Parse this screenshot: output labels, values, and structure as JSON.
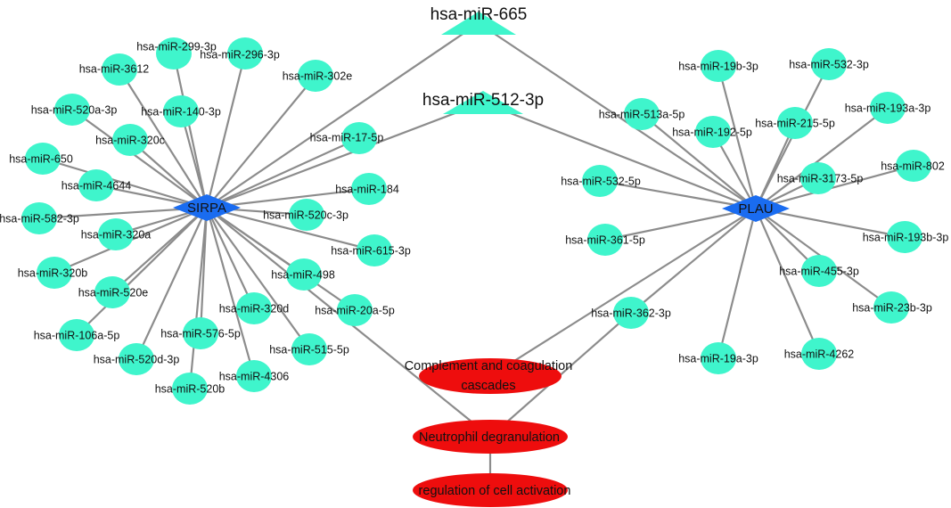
{
  "colors": {
    "mirna_node": "#3ff5cc",
    "gene_node": "#1a6cf0",
    "pathway_node": "#ee0d0d",
    "edge": "#8c8c8c"
  },
  "hubs": [
    {
      "id": "SIRPA",
      "label": "SIRPA"
    },
    {
      "id": "PLAU",
      "label": "PLAU"
    }
  ],
  "shared_mirnas": [
    {
      "id": "m665",
      "label": "hsa-miR-665"
    },
    {
      "id": "m512",
      "label": "hsa-miR-512-3p"
    }
  ],
  "pathways": [
    {
      "id": "p1",
      "label_lines": [
        "Complement and coagulation",
        "cascades"
      ]
    },
    {
      "id": "p2",
      "label_lines": [
        "Neutrophil degranulation"
      ]
    },
    {
      "id": "p3",
      "label_lines": [
        "regulation of cell activation"
      ]
    }
  ],
  "sirpa_mirnas": [
    {
      "id": "s1",
      "label": "hsa-miR-299-3p"
    },
    {
      "id": "s2",
      "label": "hsa-miR-296-3p"
    },
    {
      "id": "s3",
      "label": "hsa-miR-3612"
    },
    {
      "id": "s4",
      "label": "hsa-miR-302e"
    },
    {
      "id": "s5",
      "label": "hsa-miR-520a-3p"
    },
    {
      "id": "s6",
      "label": "hsa-miR-140-3p"
    },
    {
      "id": "s7",
      "label": "hsa-miR-320c"
    },
    {
      "id": "s8",
      "label": "hsa-miR-17-5p"
    },
    {
      "id": "s9",
      "label": "hsa-miR-650"
    },
    {
      "id": "s10",
      "label": "hsa-miR-4644"
    },
    {
      "id": "s11",
      "label": "hsa-miR-184"
    },
    {
      "id": "s12",
      "label": "hsa-miR-582-3p"
    },
    {
      "id": "s13",
      "label": "hsa-miR-520c-3p"
    },
    {
      "id": "s14",
      "label": "hsa-miR-320a"
    },
    {
      "id": "s15",
      "label": "hsa-miR-615-3p"
    },
    {
      "id": "s16",
      "label": "hsa-miR-320b"
    },
    {
      "id": "s17",
      "label": "hsa-miR-498"
    },
    {
      "id": "s18",
      "label": "hsa-miR-520e"
    },
    {
      "id": "s19",
      "label": "hsa-miR-320d"
    },
    {
      "id": "s20",
      "label": "hsa-miR-20a-5p"
    },
    {
      "id": "s21",
      "label": "hsa-miR-106a-5p"
    },
    {
      "id": "s22",
      "label": "hsa-miR-576-5p"
    },
    {
      "id": "s23",
      "label": "hsa-miR-515-5p"
    },
    {
      "id": "s24",
      "label": "hsa-miR-520d-3p"
    },
    {
      "id": "s25",
      "label": "hsa-miR-4306"
    },
    {
      "id": "s26",
      "label": "hsa-miR-520b"
    }
  ],
  "plau_mirnas": [
    {
      "id": "q1",
      "label": "hsa-miR-19b-3p"
    },
    {
      "id": "q2",
      "label": "hsa-miR-532-3p"
    },
    {
      "id": "q3",
      "label": "hsa-miR-513a-5p"
    },
    {
      "id": "q4",
      "label": "hsa-miR-193a-3p"
    },
    {
      "id": "q5",
      "label": "hsa-miR-192-5p"
    },
    {
      "id": "q6",
      "label": "hsa-miR-215-5p"
    },
    {
      "id": "q7",
      "label": "hsa-miR-802"
    },
    {
      "id": "q8",
      "label": "hsa-miR-532-5p"
    },
    {
      "id": "q9",
      "label": "hsa-miR-3173-5p"
    },
    {
      "id": "q10",
      "label": "hsa-miR-361-5p"
    },
    {
      "id": "q11",
      "label": "hsa-miR-193b-3p"
    },
    {
      "id": "q12",
      "label": "hsa-miR-455-3p"
    },
    {
      "id": "q13",
      "label": "hsa-miR-362-3p"
    },
    {
      "id": "q14",
      "label": "hsa-miR-23b-3p"
    },
    {
      "id": "q15",
      "label": "hsa-miR-19a-3p"
    },
    {
      "id": "q16",
      "label": "hsa-miR-4262"
    }
  ],
  "edges": [
    [
      "SIRPA",
      "m665"
    ],
    [
      "SIRPA",
      "m512"
    ],
    [
      "PLAU",
      "m665"
    ],
    [
      "PLAU",
      "m512"
    ],
    [
      "SIRPA",
      "s1"
    ],
    [
      "SIRPA",
      "s2"
    ],
    [
      "SIRPA",
      "s3"
    ],
    [
      "SIRPA",
      "s4"
    ],
    [
      "SIRPA",
      "s5"
    ],
    [
      "SIRPA",
      "s6"
    ],
    [
      "SIRPA",
      "s7"
    ],
    [
      "SIRPA",
      "s8"
    ],
    [
      "SIRPA",
      "s9"
    ],
    [
      "SIRPA",
      "s10"
    ],
    [
      "SIRPA",
      "s11"
    ],
    [
      "SIRPA",
      "s12"
    ],
    [
      "SIRPA",
      "s13"
    ],
    [
      "SIRPA",
      "s14"
    ],
    [
      "SIRPA",
      "s15"
    ],
    [
      "SIRPA",
      "s16"
    ],
    [
      "SIRPA",
      "s17"
    ],
    [
      "SIRPA",
      "s18"
    ],
    [
      "SIRPA",
      "s19"
    ],
    [
      "SIRPA",
      "s20"
    ],
    [
      "SIRPA",
      "s21"
    ],
    [
      "SIRPA",
      "s22"
    ],
    [
      "SIRPA",
      "s23"
    ],
    [
      "SIRPA",
      "s24"
    ],
    [
      "SIRPA",
      "s25"
    ],
    [
      "SIRPA",
      "s26"
    ],
    [
      "PLAU",
      "q1"
    ],
    [
      "PLAU",
      "q2"
    ],
    [
      "PLAU",
      "q3"
    ],
    [
      "PLAU",
      "q4"
    ],
    [
      "PLAU",
      "q5"
    ],
    [
      "PLAU",
      "q6"
    ],
    [
      "PLAU",
      "q7"
    ],
    [
      "PLAU",
      "q8"
    ],
    [
      "PLAU",
      "q9"
    ],
    [
      "PLAU",
      "q10"
    ],
    [
      "PLAU",
      "q11"
    ],
    [
      "PLAU",
      "q12"
    ],
    [
      "PLAU",
      "q13"
    ],
    [
      "PLAU",
      "q14"
    ],
    [
      "PLAU",
      "q15"
    ],
    [
      "PLAU",
      "q16"
    ],
    [
      "SIRPA",
      "p2"
    ],
    [
      "p1",
      "PLAU"
    ],
    [
      "p2",
      "q13"
    ],
    [
      "p2",
      "p3"
    ]
  ]
}
